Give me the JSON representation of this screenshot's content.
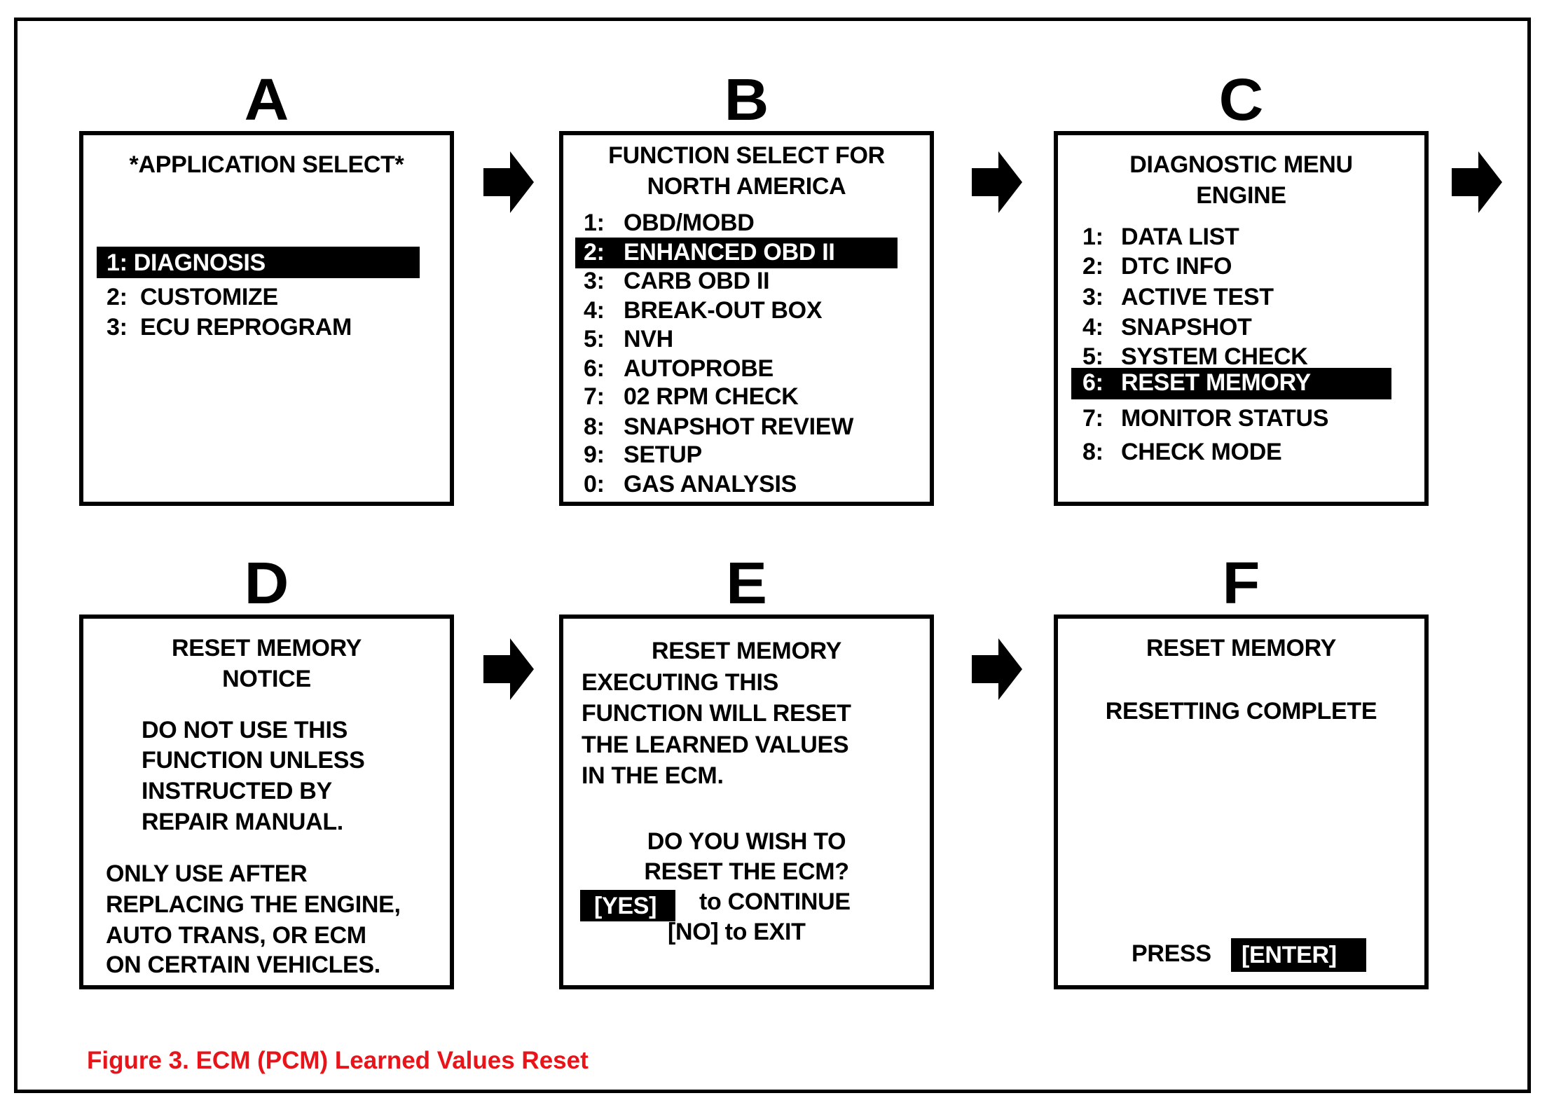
{
  "caption": "Figure 3. ECM (PCM) Learned Values Reset",
  "colors": {
    "caption": "#e8141a",
    "highlight": "#000000"
  },
  "icons": [
    "arrow-right-icon"
  ],
  "panels": {
    "A": {
      "letter": "A",
      "title": "*APPLICATION SELECT*",
      "items": [
        {
          "num": "1:",
          "label": "DIAGNOSIS",
          "selected": true
        },
        {
          "num": "2:",
          "label": "CUSTOMIZE"
        },
        {
          "num": "3:",
          "label": "ECU REPROGRAM"
        }
      ]
    },
    "B": {
      "letter": "B",
      "title": [
        "FUNCTION SELECT FOR",
        "NORTH AMERICA"
      ],
      "items": [
        {
          "num": "1:",
          "label": "OBD/MOBD"
        },
        {
          "num": "2:",
          "label": "ENHANCED OBD II",
          "selected": true
        },
        {
          "num": "3:",
          "label": "CARB OBD II"
        },
        {
          "num": "4:",
          "label": "BREAK-OUT BOX"
        },
        {
          "num": "5:",
          "label": "NVH"
        },
        {
          "num": "6:",
          "label": "AUTOPROBE"
        },
        {
          "num": "7:",
          "label": "02 RPM CHECK"
        },
        {
          "num": "8:",
          "label": "SNAPSHOT REVIEW"
        },
        {
          "num": "9:",
          "label": "SETUP"
        },
        {
          "num": "0:",
          "label": "GAS ANALYSIS"
        }
      ]
    },
    "C": {
      "letter": "C",
      "title": [
        "DIAGNOSTIC MENU",
        "ENGINE"
      ],
      "items": [
        {
          "num": "1:",
          "label": "DATA LIST"
        },
        {
          "num": "2:",
          "label": "DTC INFO"
        },
        {
          "num": "3:",
          "label": "ACTIVE TEST"
        },
        {
          "num": "4:",
          "label": "SNAPSHOT"
        },
        {
          "num": "5:",
          "label": "SYSTEM CHECK"
        },
        {
          "num": "6:",
          "label": "RESET MEMORY",
          "selected": true
        },
        {
          "num": "7:",
          "label": "MONITOR STATUS"
        },
        {
          "num": "8:",
          "label": "CHECK MODE"
        }
      ]
    },
    "D": {
      "letter": "D",
      "title": [
        "RESET MEMORY",
        "NOTICE"
      ],
      "block1": [
        "DO NOT USE THIS",
        "FUNCTION UNLESS",
        "INSTRUCTED BY",
        "REPAIR MANUAL."
      ],
      "block2": [
        "ONLY USE AFTER",
        "REPLACING THE ENGINE,",
        "AUTO TRANS, OR ECM",
        "ON CERTAIN VEHICLES."
      ]
    },
    "E": {
      "letter": "E",
      "title": "RESET MEMORY",
      "body": [
        "EXECUTING THIS",
        "FUNCTION WILL RESET",
        "THE LEARNED VALUES",
        "IN THE ECM."
      ],
      "question": [
        "DO YOU WISH TO",
        "RESET THE ECM?"
      ],
      "yes_key": "[YES]",
      "yes_text": "to CONTINUE",
      "no_text": "[NO] to EXIT"
    },
    "F": {
      "letter": "F",
      "title": "RESET MEMORY",
      "status": "RESETTING COMPLETE",
      "press": "PRESS",
      "enter_key": "[ENTER]"
    }
  }
}
